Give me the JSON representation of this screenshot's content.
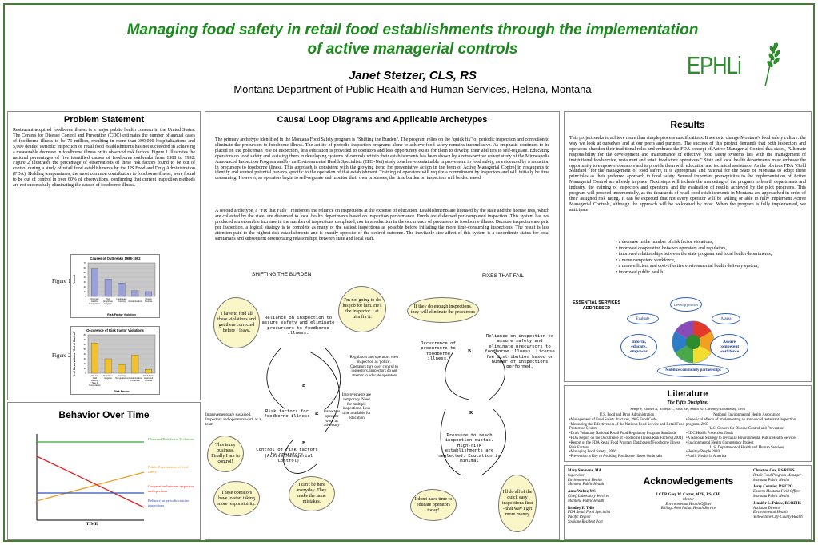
{
  "header": {
    "title": "Managing food safety in retail food establishments through the implementation of active managerial controls",
    "author": "Janet Stetzer, CLS, RS",
    "affiliation": "Montana Department of Public Health and Human Services, Helena, Montana",
    "logo_text": "EPHLi"
  },
  "problem": {
    "title": "Problem Statement",
    "text": "Restaurant-acquired foodborne illness is a major public health concern in the United States. The Centers for Disease Control and Prevention (CDC) estimates the number of annual cases of foodborne illness to be 76 million, resulting in more than 300,000 hospitalizations and 5,000 deaths. Periodic inspection of retail food establishments has not succeeded in achieving a measurable decrease in foodborne illness or its observed risk factors. Figure 1 illustrates the national percentages of five identified causes of foodborne outbreaks from 1988 to 1992. Figure 2 illustrates the percentage of observations of these risk factors found to be out of control during a study of retail food establishments by the US Food and Drug Administration (FDA). Holding temperatures, the most common contributors to foodborne illness, were found to be out of control in over 60% of observations, confirming that current inspection methods are not successfully eliminating the causes of foodborne illness.",
    "fig1_label": "Figure 1",
    "fig2_label": "Figure 2"
  },
  "chart_data": [
    {
      "type": "bar",
      "title": "Causes of Outbreaks 1988-1992",
      "xlabel": "Risk Factor Violation",
      "ylabel": "Percent",
      "categories": [
        "Improper Holding Temperature",
        "Poor Employee Hygiene",
        "Inadequate Cooking",
        "Contamination",
        "Unsafe Sources"
      ],
      "values": [
        59,
        36,
        28,
        12,
        10
      ],
      "ylim": [
        0,
        70
      ],
      "yticks": [
        "70",
        "60",
        "50",
        "40",
        "30",
        "20",
        "10",
        "0"
      ],
      "bar_color": "#9aa0d8"
    },
    {
      "type": "bar",
      "title": "Occurence of Risk Factor Violations",
      "xlabel": "Risk Factor",
      "ylabel": "% of Observations \"Out of Control\"",
      "categories": [
        "Hot and Cold Holding Time & Temperature",
        "Employee Hygiene",
        "Cooking Temperatures",
        "Contamination Prevention",
        "Food From Approved Sources"
      ],
      "values": [
        63,
        30,
        18,
        38,
        8
      ],
      "ylim": [
        0,
        80
      ],
      "yticks": [
        "80",
        "70",
        "60",
        "50",
        "40",
        "30",
        "20",
        "10",
        "0"
      ],
      "bar_color": "#f2c12e"
    }
  ],
  "behavior": {
    "title": "Behavior Over Time",
    "xaxis": "TIME",
    "legend": [
      {
        "text": "Observed Risk factor Violations",
        "color": "#33aa33"
      },
      {
        "text": "Public Expectations of food safety",
        "color": "#e8a020"
      },
      {
        "text": "Cooperation between inspectors and operators",
        "color": "#e02020"
      },
      {
        "text": "Reliance on periodic routine inspections",
        "color": "#3050c0"
      }
    ]
  },
  "causal": {
    "title": "Causal Loop Diagrams and Applicable Archetypes",
    "para1": "The primary archetype identified in the Montana Food Safety program is \"Shifting the Burden\". The program relies on the \"quick fix\" of periodic inspection and correction to eliminate the precursors to foodborne illness. The ability of periodic inspection programs alone to achieve food safety remains inconclusive. As emphasis continues to be placed on the policeman role of inspectors, less education is provided to operators and less opportunity exists for them to develop their abilities to self-regulate. Educating operators on food safety and assisting them in developing systems of controls within their establishments has been shown by a retrospective cohort study of the Minneapolis Announced Inspection Program and by an Environmental Health Specialists (EHS-Net) study to achieve sustainable improvement in food safety, as evidenced by a reduction in precursors to foodborne illness. This approach is consistent with the growing trend for preventative action in the form of Active Managerial Control in restaurants to identify and control potential hazards specific to the operation of that establishment. Training of operators will require a commitment by inspectors and will initially be time consuming. However, as operators begin to self-regulate and monitor their own processes, the time burden on inspectors will be decreased.",
    "para2": "A second archetype, a \"Fix that Fails\", reinforces the reliance on inspections at the expense of education. Establishments are licensed by the state and the license fees, which are collected by the state, are disbursed to local health departments based on inspection performance. Funds are disbursed per completed inspection. This system has not produced a measurable increase in the number of inspections completed, nor in a reduction in the occurrence of precursors to foodborne illness. Because inspectors are paid per inspection, a logical strategy is to complete as many of the easiest inspections as possible before initiating the more time-consuming inspections. The result is less attention paid to the highest-risk establishments and is exactly opposite of the desired outcome. The inevitable side affect of this system is a subordinate status for local sanitarians and subsequent deteriorating relationships between state and local staff.",
    "stb_label": "SHIFTING THE BURDEN",
    "ftf_label": "FIXES THAT FAIL",
    "cloud1": "I have to find all these violations and get them corrected before I leave.",
    "cloud2": "I'm not going to do his job for him. He's the inspector. Let him fix it.",
    "cloud3": "This is my business. Finally I am in control!",
    "cloud4": "These operators have to start taking more responsibility.",
    "cloud5": "I can't be here everyday. They make the same mistakes.",
    "cloud6": "If they do enough inspections, they will eliminate the precursors",
    "cloud7": "I'll do all of the quick easy inspections first - that way I get more money",
    "cloud8": "I don't have time to educate operators today!",
    "stb_reliance": "Reliance on inspection to assure safety and eliminate precursors to foodborne illness.",
    "stb_regulators": "Regulators and operators view inspection as 'police'. Operators turn over control to inspectors. Inspectors do not attempt to educate operators",
    "stb_risk": "Risk factors for foodborne illness",
    "stb_inspectors": "Inspectors operator work as adversary",
    "stb_improvements": "Improvements are temporary. Need for multiple inspections. Less time available for education",
    "stb_sustained": "Improvements are sustained. Inspectors and operators work as a team",
    "stb_control": "Control of risk factors by operators",
    "stb_control_sub": "(Active Managerial Control)",
    "ftf_occurrence": "Occurrence of precursors to foodborne illness.",
    "ftf_reliance": "Reliance on inspection to assure safety and eliminate precursors to foodborne illness. License fee distribution based on number of inspections performed.",
    "ftf_pressure": "Pressure to reach inspection quotas. High-risk establishments are neglected. Education is minimal",
    "b": "B",
    "r": "R"
  },
  "results": {
    "title": "Results",
    "text": "This project seeks to achieve more than simple process modifications. It seeks to change Montana's food safety culture: the way we look at ourselves and at our peers and partners. The success of this project demands that both inspectors and operators abandon their traditional roles and embrace the FDA concept of Active Managerial Control that states, \"Ultimate responsibility for the development and maintenance of effective food safety systems lies with the management of institutional foodservice, restaurant and retail food store operations.\" State and local health departments must embrace the opportunity to empower operators and to provide them with education and technical assistance. As the obvious FDA \"Gold Standard\" for the management of food safety, it is appropriate and rational for the State of Montana to adopt these principles as their preferred approach to food safety. Several important prerequisites to the implementation of Active Managerial Control are already in place. Next steps will include the marketing of the program to health departments and industry, the training of inspectors and operators, and the evaluation of results achieved by the pilot programs. This program will proceed incrementally, as the thousands of retail food establishments in Montana are approached in order of their assigned risk rating. It can be expected that not every operator will be willing or able to fully implement Active Managerial Controls, although the approach will be welcomed by most. When the program is fully implemented, we anticipate:",
    "bullets": [
      "a decrease in the number of risk factor violations,",
      "improved cooperation between operators and regulators,",
      "improved relationships between the state program and local health departments,",
      "a more competent workforce,",
      "a more efficient and cost-effective environmental health delivery system,",
      "improved public health"
    ],
    "ess_title": "ESSENTIAL SERVICES ADDRESSED",
    "ess_develop": "Develop policies",
    "ess_evaluate": "Evaluate",
    "ess_assess": "Assess",
    "ess_inform": "Inform, educate, empower",
    "ess_assure": "Assure competent workforce",
    "ess_mobilize": "Mobilize community partnerships"
  },
  "literature": {
    "title": "Literature",
    "subtitle": "The Fifth Discipline.",
    "authors": "Senge P, Kleiner A, Roberts C, Ross RB, Smith BJ. Currency/ Doubleday, 1994",
    "left": [
      "U.S. Food and Drug Administration",
      "•Management of Food Safety Practices, 2005 Food Code",
      "•Measuring the Effectiveness of the Nation's Food Service and Retail Food Protection System",
      "•Draft Voluntary National Retail Food Regulatory Program Standards",
      "•FDA Report on the Occurrence of Foodborne Illness Risk Factors (2004)",
      "•Report of the FDA Retail Food Program Database of Foodborne Illness Risk Factors",
      "•Managing Food Safety , 2006",
      "•Prevention is Key to Avoiding Foodborne Illness Outbreaks"
    ],
    "right": [
      "National Environmental Health Association",
      "•Beneficial effects of implementing an announced restaurant inspection program. 2007",
      "U.S. Centers for Disease Control and Prevention",
      "•CDC Health Protection Goals",
      "•A National Strategy to revitalize Environmental Public Health Services",
      "•Environmental Health Competency Project",
      "U.S. Department of Health and Human Services",
      "•Healthy People 2010",
      "•Public Health in America"
    ]
  },
  "ack": {
    "title": "Acknowledgements",
    "left": [
      "Mary Simmons, MA",
      "Supervisor",
      "Environmental Health",
      "Montana Public Health",
      "",
      "Anne Weber, MS",
      "Chief, Laboratory Services",
      "Montana Public Health",
      "",
      "Bradley E. Tello",
      "FDA Retail Food Specialist",
      "Pacific Region",
      "Spokane Resident Post"
    ],
    "center": [
      "LCDR Gary W. Carter, MPH, RS, CHI",
      "Mentor",
      "Environmental Health Officer",
      "Billings Area Indian Health Service"
    ],
    "right": [
      "Christine Cox, RS/REHS",
      "Retail Food Program Manager",
      "Montana Public Health",
      "",
      "Jerry Cormier, RS/CPO",
      "Eastern Montana Field Officer",
      "Montana Public Health",
      "",
      "Jennifer L. Prince, RS/REHS",
      "Assistant Director",
      "Environmental Health",
      "Yellowstone City-County Health"
    ]
  }
}
